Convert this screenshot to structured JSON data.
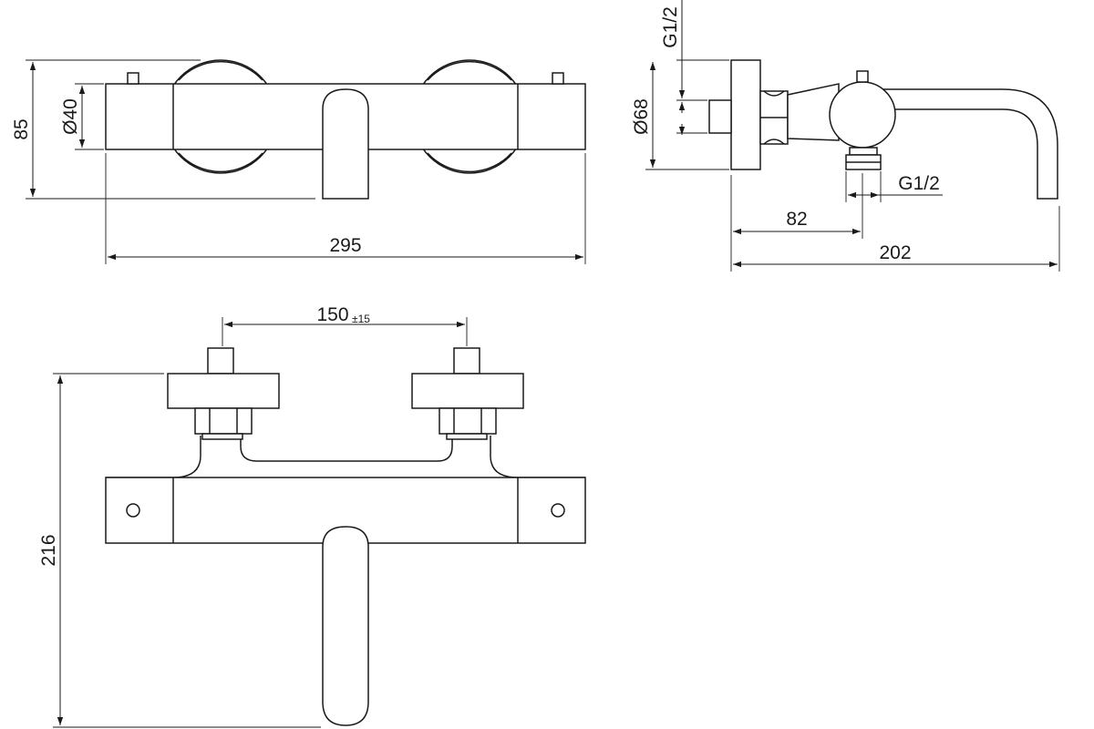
{
  "dimensions": {
    "width_295": "295",
    "height_85": "85",
    "diameter_40": "Ø40",
    "thread_top": "G1/2",
    "diameter_68": "Ø68",
    "thread_outlet": "G1/2",
    "depth_82": "82",
    "depth_202": "202",
    "spacing_150": "150",
    "tolerance_15": "±15",
    "height_216": "216"
  }
}
